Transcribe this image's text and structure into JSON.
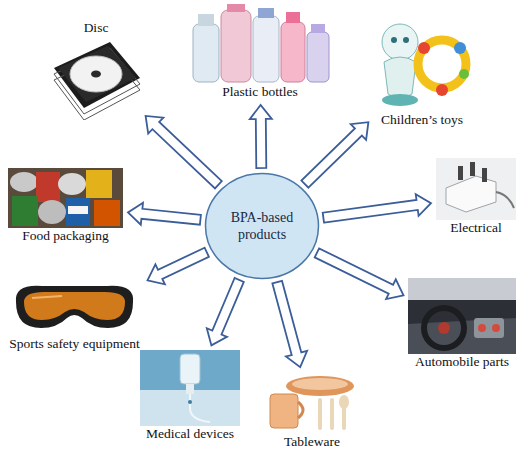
{
  "diagram": {
    "nodes": [
      {
        "text": [
          "BPA-based products"
        ]
      },
      {
        "text": [
          "Plastic bottles"
        ]
      },
      {
        "text": [
          "Children’s toys"
        ]
      },
      {
        "text": [
          "Electrical"
        ]
      },
      {
        "text": [
          "Automobile parts"
        ]
      },
      {
        "text": [
          "Tableware"
        ]
      },
      {
        "text": [
          "Medical devices"
        ]
      },
      {
        "text": [
          "Sports safety equipment"
        ]
      },
      {
        "text": [
          "Food packaging"
        ]
      },
      {
        "text": [
          "Disc"
        ]
      }
    ],
    "edges": [
      {
        "from": 0,
        "to": 1,
        "arrow": "to"
      },
      {
        "from": 0,
        "to": 2,
        "arrow": "to"
      },
      {
        "from": 0,
        "to": 3,
        "arrow": "to"
      },
      {
        "from": 0,
        "to": 4,
        "arrow": "to"
      },
      {
        "from": 0,
        "to": 5,
        "arrow": "to"
      },
      {
        "from": 0,
        "to": 6,
        "arrow": "to"
      },
      {
        "from": 0,
        "to": 7,
        "arrow": "to"
      },
      {
        "from": 0,
        "to": 8,
        "arrow": "to"
      },
      {
        "from": 0,
        "to": 9,
        "arrow": "to"
      }
    ]
  }
}
